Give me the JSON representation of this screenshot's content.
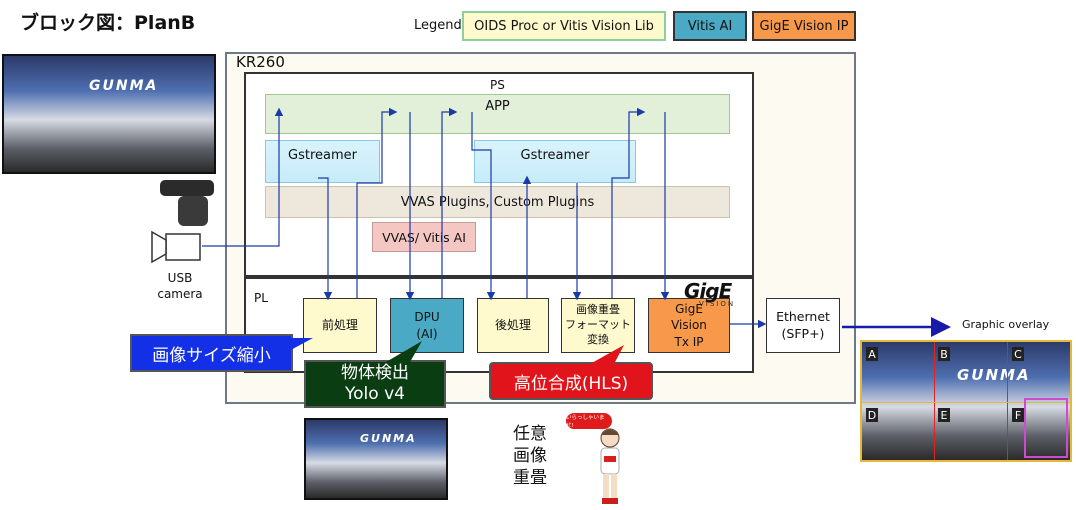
{
  "title": "ブロック図：PlanB",
  "legend": {
    "label": "Legend",
    "items": [
      {
        "text": "OIDS Proc  or Vitis Vision Lib",
        "color": "#fffacd"
      },
      {
        "text": "Vitis AI",
        "color": "#4aaac5"
      },
      {
        "text": "GigE Vision IP",
        "color": "#f7984a"
      }
    ]
  },
  "board": {
    "label": "KR260"
  },
  "ps": {
    "label": "PS",
    "app": "APP",
    "gstreamer_left": "Gstreamer",
    "gstreamer_right": "Gstreamer",
    "vvas_plugins": "VVAS Plugins, Custom Plugins",
    "vvas_ai": "VVAS/ Vitis AI"
  },
  "pl": {
    "label": "PL",
    "blocks": {
      "preprocess": "前処理",
      "dpu": "DPU\n(AI)",
      "postprocess": "後処理",
      "overlay": "画像重畳\nフォーマット\n変換",
      "gige": "GigE\nVision\nTx IP"
    },
    "gige_logo": "GigE",
    "gige_logo_sub": "VISION"
  },
  "ethernet": "Ethernet\n(SFP+)",
  "camera_label": "USB\ncamera",
  "graphic_overlay": "Graphic overlay",
  "callouts": {
    "resize": "画像サイズ縮小",
    "detect": "物体検出\nYolo v4",
    "compose": "高位合成(HLS)"
  },
  "arbitrary_overlay": "任意\n画像\n重畳",
  "photo_text": "GUNMA",
  "overlay_grid": [
    "A",
    "B",
    "C",
    "D",
    "E",
    "F"
  ],
  "speech_bubble": "いらっしゃいませ!",
  "colors": {
    "blue_callout": "#1330e6",
    "green_callout": "#0b3d12",
    "red_callout": "#e1141b",
    "arrow": "#1a1aa8",
    "board_border": "#6b7a86"
  }
}
